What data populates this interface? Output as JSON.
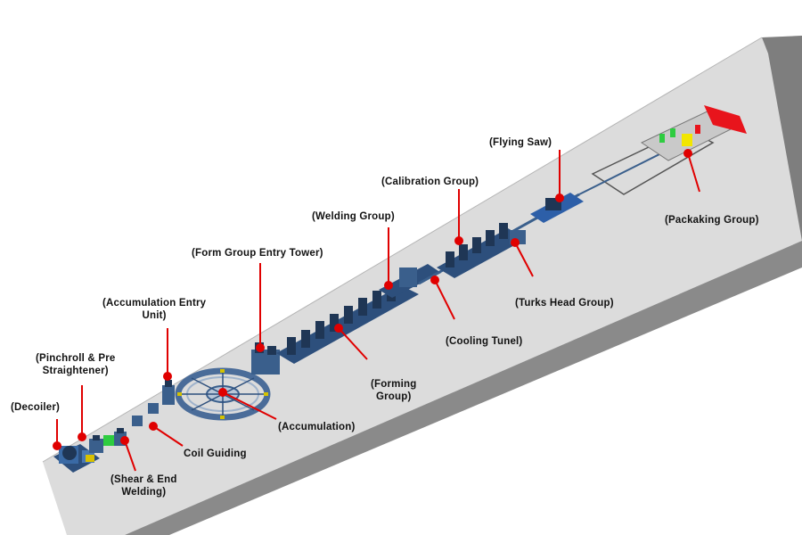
{
  "labels": {
    "decoiler": "(Decoiler)",
    "pinchroll_1": "(Pinchroll & Pre",
    "pinchroll_2": "Straightener)",
    "accum_entry_1": "(Accumulation Entry",
    "accum_entry_2": "Unit)",
    "form_entry_tower": "(Form Group Entry Tower)",
    "welding_group": "(Welding Group)",
    "calibration_group": "(Calibration Group)",
    "flying_saw": "(Flying Saw)",
    "packaging_group": "(Packaking Group)",
    "turks_head_group": "(Turks Head Group)",
    "cooling_tunnel": "(Cooling Tunel)",
    "forming_group_1": "(Forming",
    "forming_group_2": "Group)",
    "accumulation": "(Accumulation)",
    "coil_guiding": "Coil Guiding",
    "shear_1": "(Shear & End",
    "shear_2": "Welding)"
  },
  "colors": {
    "floor_top": "#dedede",
    "floor_side": "#8c8c8c",
    "machine_blue": "#3a5f8c",
    "machine_dark": "#1f3655",
    "leader_red": "#e00000",
    "green_part": "#2ecc40",
    "yellow_part": "#f2e600",
    "red_part": "#e8141c"
  }
}
